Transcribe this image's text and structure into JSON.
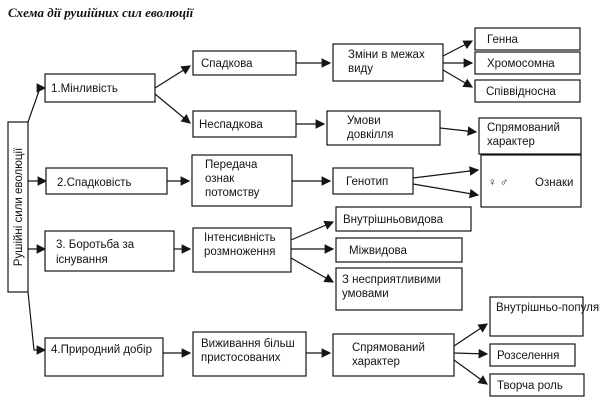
{
  "title": "Схема дії рушійних сил еволюції",
  "root_label": "Рушійні сили еволюції",
  "factors": [
    {
      "label": "1.Мінливість"
    },
    {
      "label": "2.Спадковість"
    },
    {
      "label": "3. Боротьба за існування"
    },
    {
      "label": "4.Природний добір"
    }
  ],
  "variability": {
    "hereditary": "Спадкова",
    "non_hereditary": "Неспадкова",
    "changes": "Зміни в межах виду",
    "types": [
      "Генна",
      "Хромосомна",
      "Співвідносна"
    ],
    "conditions": "Умови довкілля",
    "directed": "Спрямований характер"
  },
  "heredity": {
    "transfer": "Передача ознак потомству",
    "genotype": "Генотип",
    "sex_symbols": "♀ ♂",
    "traits": "Ознаки"
  },
  "struggle": {
    "intensity": "Інтенсивність розмноження",
    "forms": [
      "Внутрішньовидова",
      "Міжвидова",
      "З несприятливими умовами"
    ]
  },
  "selection": {
    "survival": "Виживання більш пристосованих",
    "directed": "Спрямований характер",
    "results": [
      "Внутрішньо-популяційний",
      "Розселення",
      "Творча роль"
    ]
  }
}
